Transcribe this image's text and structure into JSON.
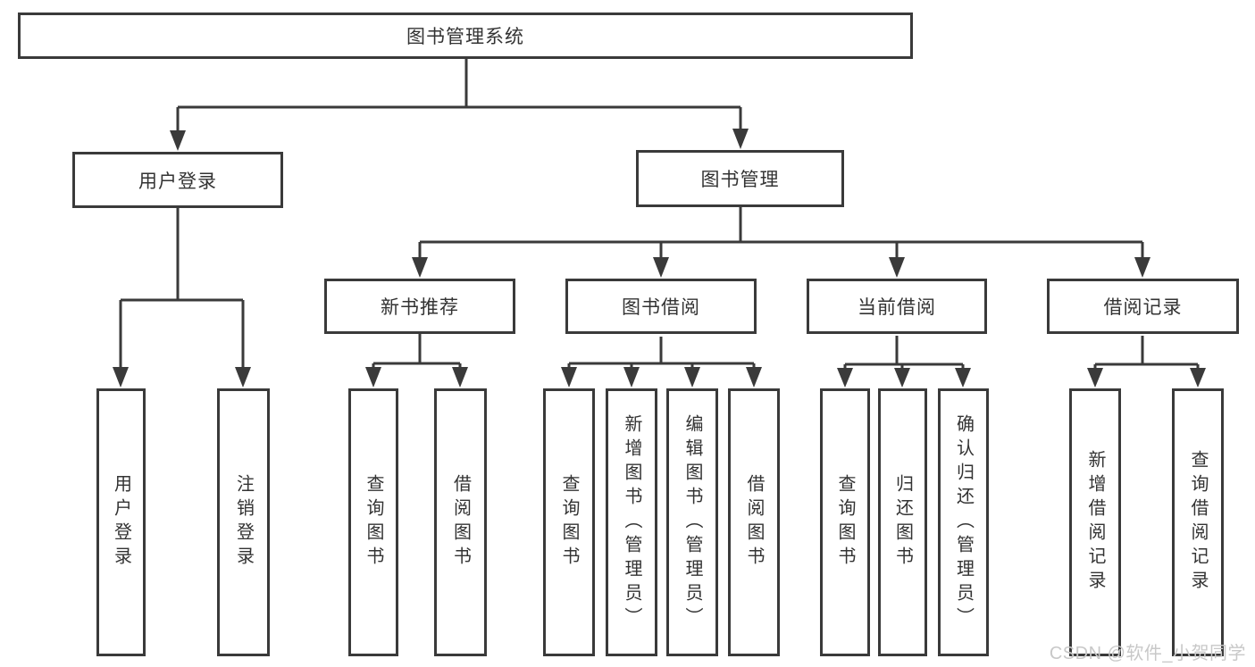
{
  "nodes": {
    "root": {
      "label": "图书管理系统"
    },
    "level1": [
      {
        "label": "用户登录"
      },
      {
        "label": "图书管理"
      }
    ],
    "level2": [
      {
        "label": "新书推荐",
        "parent": "图书管理"
      },
      {
        "label": "图书借阅",
        "parent": "图书管理"
      },
      {
        "label": "当前借阅",
        "parent": "图书管理"
      },
      {
        "label": "借阅记录",
        "parent": "图书管理"
      }
    ],
    "leaves": [
      {
        "label": "用户登录",
        "parent": "用户登录"
      },
      {
        "label": "注销登录",
        "parent": "用户登录"
      },
      {
        "label": "查询图书",
        "parent": "新书推荐"
      },
      {
        "label": "借阅图书",
        "parent": "新书推荐"
      },
      {
        "label": "查询图书",
        "parent": "图书借阅"
      },
      {
        "label": "新增图书（管理员）",
        "parent": "图书借阅"
      },
      {
        "label": "编辑图书（管理员）",
        "parent": "图书借阅"
      },
      {
        "label": "借阅图书",
        "parent": "图书借阅"
      },
      {
        "label": "查询图书",
        "parent": "当前借阅"
      },
      {
        "label": "归还图书",
        "parent": "当前借阅"
      },
      {
        "label": "确认归还（管理员）",
        "parent": "当前借阅"
      },
      {
        "label": "新增借阅记录",
        "parent": "借阅记录"
      },
      {
        "label": "查询借阅记录",
        "parent": "借阅记录"
      }
    ]
  },
  "watermark": {
    "text": "CSDN @软件_小贺同学"
  },
  "colors": {
    "background": "#ffffff",
    "line": "#3a3a3a",
    "box_border": "#3a3a3a",
    "text": "#333333",
    "watermark": "#c8c8c8"
  }
}
